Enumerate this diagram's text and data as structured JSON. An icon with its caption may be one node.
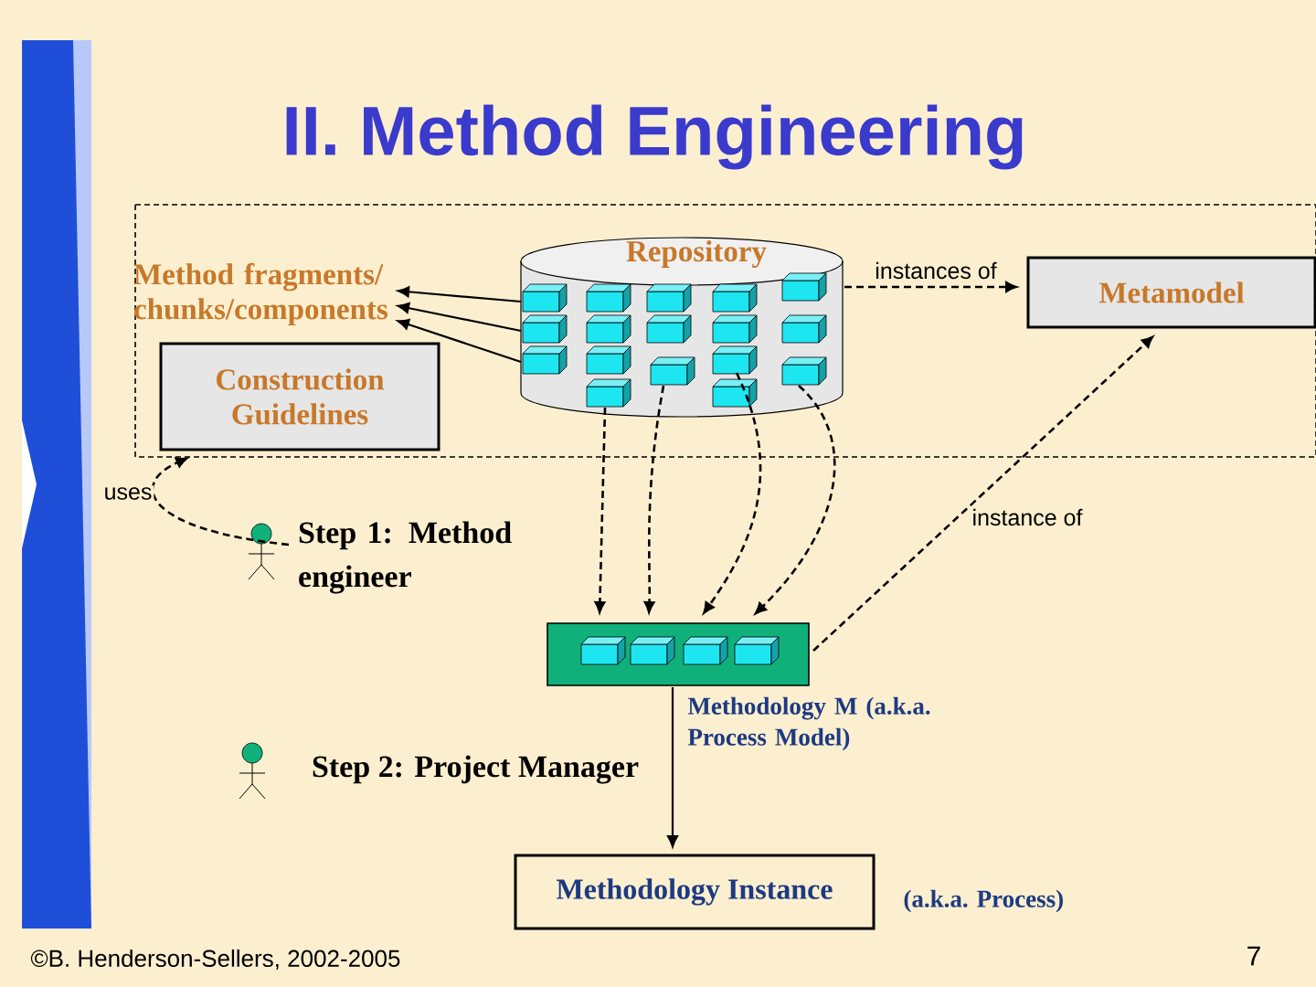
{
  "diagram": {
    "title": "II. Method Engineering",
    "nodes": [
      {
        "text": [
          "Method fragments/ chunks/components"
        ]
      },
      {
        "text": [
          "Repository"
        ]
      },
      {
        "text": [
          "Metamodel"
        ]
      },
      {
        "text": [
          "Construction Guidelines"
        ]
      },
      {
        "text": [
          "Step 1: Method engineer"
        ]
      },
      {
        "text": [],
        "shape": "box",
        "beside": [
          "Methodology M (a.k.a. Process Model)"
        ]
      },
      {
        "text": [
          "Step 2: Project Manager"
        ]
      },
      {
        "text": [
          "Methodology Instance"
        ],
        "beside": [
          "(a.k.a. Process)"
        ]
      }
    ],
    "edges": [
      {
        "from": 1,
        "to": 0,
        "arrow": "to"
      },
      {
        "from": 1,
        "to": 0,
        "arrow": "to"
      },
      {
        "from": 1,
        "to": 0,
        "arrow": "to"
      },
      {
        "from": 1,
        "to": 2,
        "arrow": "to",
        "style": "dashed",
        "label": "instances of"
      },
      {
        "from": 4,
        "to": 3,
        "arrow": "to",
        "style": "dashed",
        "label": "uses"
      },
      {
        "from": 1,
        "to": 5,
        "arrow": "to",
        "style": "dashed"
      },
      {
        "from": 1,
        "to": 5,
        "arrow": "to",
        "style": "dashed"
      },
      {
        "from": 1,
        "to": 5,
        "arrow": "to",
        "style": "dashed"
      },
      {
        "from": 1,
        "to": 5,
        "arrow": "to",
        "style": "dashed"
      },
      {
        "from": 5,
        "to": 2,
        "arrow": "to",
        "style": "dashed",
        "label": "instance of"
      },
      {
        "from": 5,
        "to": 7,
        "arrow": "to"
      }
    ],
    "labels": [
      "©B. Henderson-Sellers, 2002-2005",
      "7"
    ]
  }
}
